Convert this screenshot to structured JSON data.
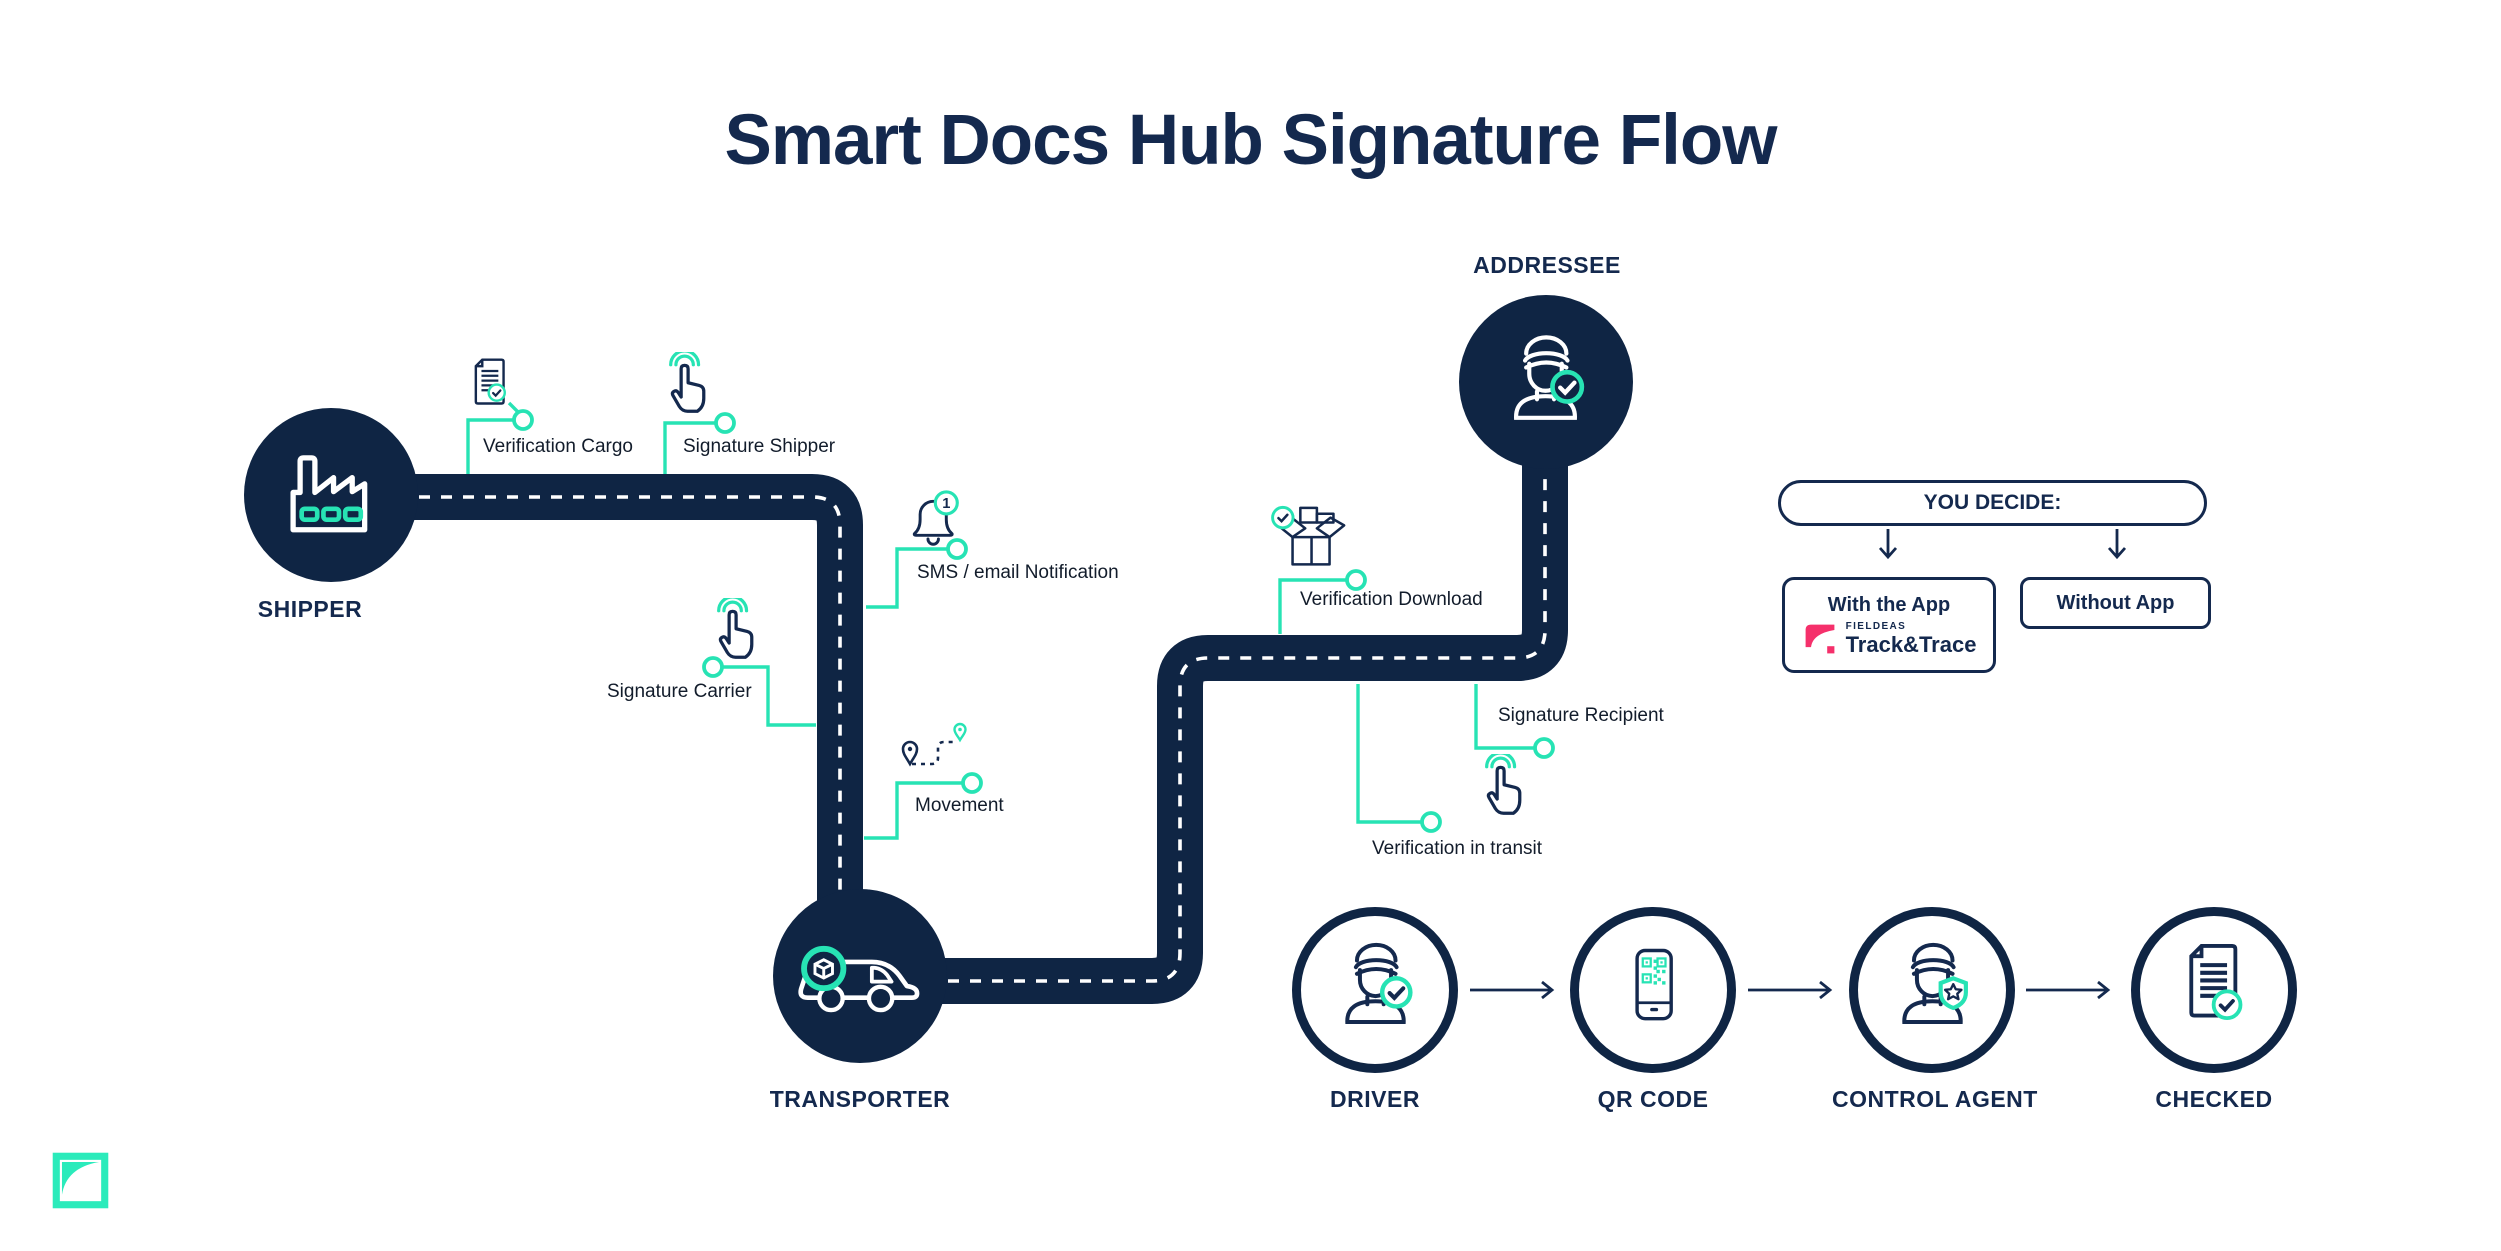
{
  "title": "Smart Docs Hub Signature Flow",
  "colors": {
    "navy": "#0F2544",
    "teal": "#27E3B4",
    "pink": "#F5306B",
    "background": "#FFFFFF"
  },
  "actors": {
    "shipper": {
      "label": "SHIPPER",
      "icon": "factory-icon"
    },
    "transporter": {
      "label": "TRANSPORTER",
      "icon": "delivery-van-icon"
    },
    "addressee": {
      "label": "ADDRESSEE",
      "icon": "person-check-icon"
    }
  },
  "callouts": [
    {
      "label": "Verification Cargo",
      "icon": "document-check-icon"
    },
    {
      "label": "Signature Shipper",
      "icon": "tap-icon"
    },
    {
      "label": "SMS / email Notification",
      "icon": "bell-notification-icon",
      "badge": "1"
    },
    {
      "label": "Signature Carrier",
      "icon": "tap-icon"
    },
    {
      "label": "Movement",
      "icon": "route-pins-icon"
    },
    {
      "label": "Verification Download",
      "icon": "open-box-check-icon"
    },
    {
      "label": "Signature Recipient",
      "icon": "tap-icon"
    },
    {
      "label": "Verification in transit",
      "icon": ""
    }
  ],
  "decision": {
    "title": "YOU DECIDE:",
    "with_app": {
      "label": "With the App",
      "brand": "FIELDEAS",
      "product": "Track&Trace"
    },
    "without_app": {
      "label": "Without App"
    }
  },
  "checkpoints": [
    {
      "label": "DRIVER",
      "icon": "driver-check-icon"
    },
    {
      "label": "QR CODE",
      "icon": "qr-phone-icon"
    },
    {
      "label": "CONTROL AGENT",
      "icon": "agent-shield-icon"
    },
    {
      "label": "CHECKED",
      "icon": "document-approved-icon"
    }
  ]
}
